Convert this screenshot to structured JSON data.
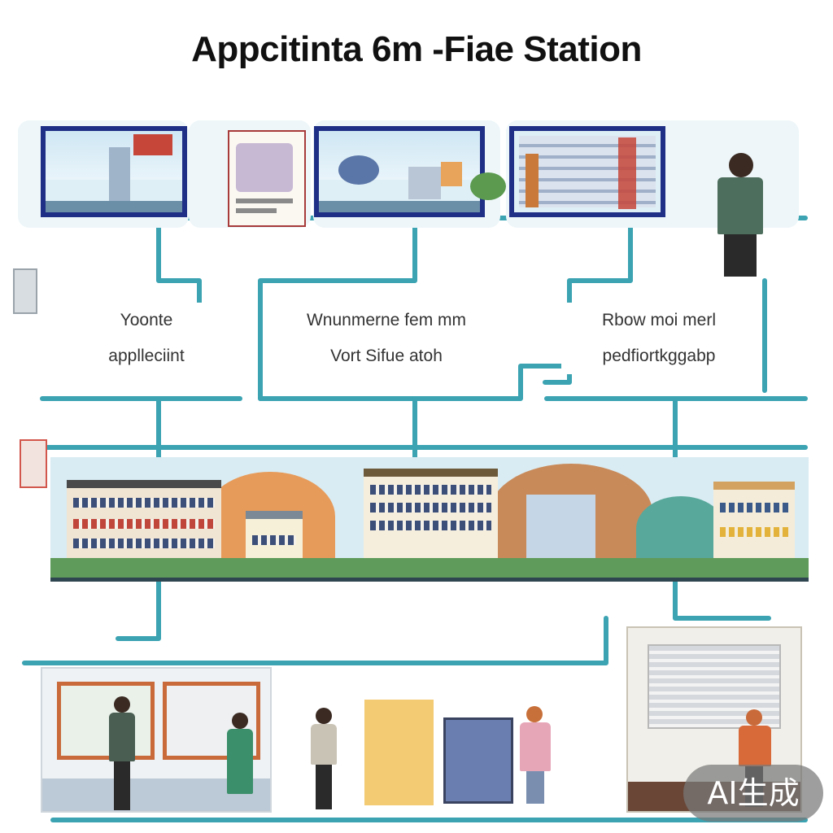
{
  "title": "Apрcitinta 6m -Fiae Station",
  "flow": {
    "left_label": [
      "Yoonte",
      "applleciint"
    ],
    "middle_label": [
      "Wnunmerne fem mm",
      "Vort Sifue atoh"
    ],
    "right_label": [
      "Rbow moi merl",
      "pedfiortkggabp"
    ]
  },
  "watermark": "AI生成",
  "colors": {
    "wire": "#3ba3b2",
    "screen_frame": "#1f2f86",
    "ground": "#5f9b5a"
  },
  "icons": [
    "monitor-icon",
    "document-icon",
    "person-icon",
    "building-icon"
  ]
}
